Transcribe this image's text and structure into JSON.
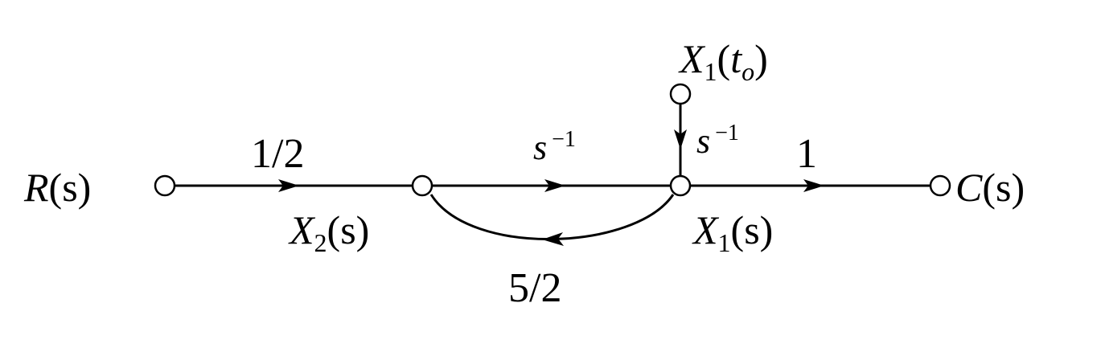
{
  "signal_flow_graph": {
    "nodes": {
      "input": {
        "main": "R",
        "arg": "(s)"
      },
      "x2": {
        "main": "X",
        "sub": "2",
        "arg": "(s)"
      },
      "x1": {
        "main": "X",
        "sub": "1",
        "arg": "(s)"
      },
      "output": {
        "main": "C",
        "arg": "(s)"
      },
      "initial_condition": {
        "main": "X",
        "sub": "1",
        "open": "(",
        "var": "t",
        "varsub": "o",
        "close": ")"
      }
    },
    "branches": {
      "input_gain": "1/2",
      "forward_integrator": {
        "base": "s",
        "exp": "−1"
      },
      "initial_integrator": {
        "base": "s",
        "exp": "−1"
      },
      "output_gain": "1",
      "feedback_gain": "5/2"
    }
  }
}
